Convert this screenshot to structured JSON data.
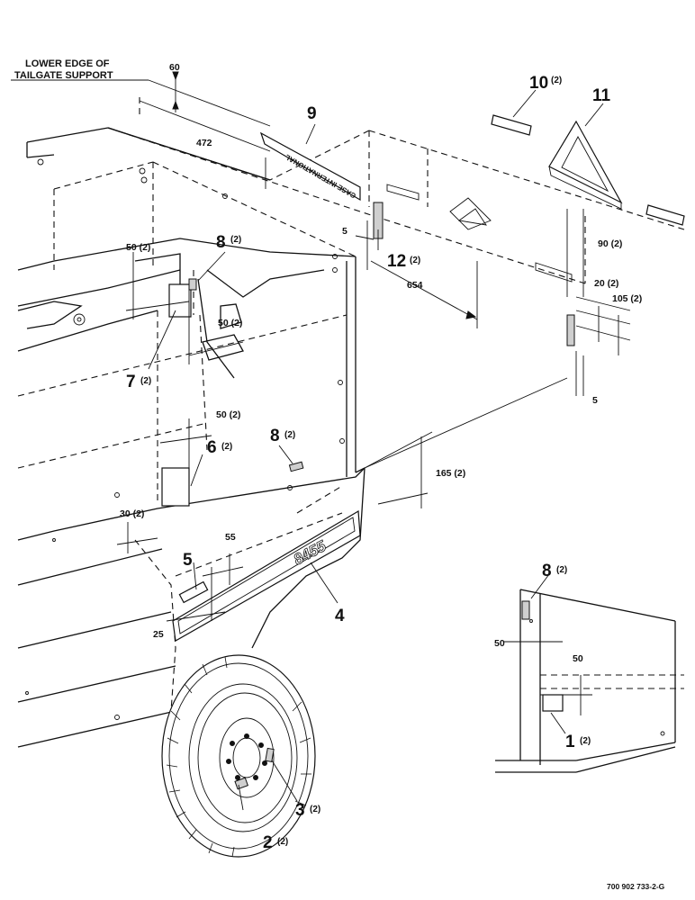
{
  "header": {
    "line1": "LOWER EDGE OF",
    "line2": "TAILGATE SUPPORT"
  },
  "decal_text": "CASE INTERNATIONAL",
  "model_text": "8455",
  "figure_number": "700 902 733-2-G",
  "callouts": [
    {
      "num": "1",
      "qty": "(2)"
    },
    {
      "num": "2",
      "qty": "(2)"
    },
    {
      "num": "3",
      "qty": "(2)"
    },
    {
      "num": "4",
      "qty": ""
    },
    {
      "num": "5",
      "qty": ""
    },
    {
      "num": "6",
      "qty": "(2)"
    },
    {
      "num": "7",
      "qty": "(2)"
    },
    {
      "num": "8",
      "qty": "(2)"
    },
    {
      "num": "8",
      "qty": "(2)"
    },
    {
      "num": "8",
      "qty": "(2)"
    },
    {
      "num": "9",
      "qty": ""
    },
    {
      "num": "10",
      "qty": "(2)"
    },
    {
      "num": "11",
      "qty": ""
    },
    {
      "num": "12",
      "qty": "(2)"
    }
  ],
  "dimensions": [
    "60",
    "472",
    "5",
    "654",
    "90 (2)",
    "20 (2)",
    "105 (2)",
    "5",
    "50 (2)",
    "50 (2)",
    "50 (2)",
    "165 (2)",
    "30 (2)",
    "55",
    "25",
    "50",
    "50"
  ]
}
